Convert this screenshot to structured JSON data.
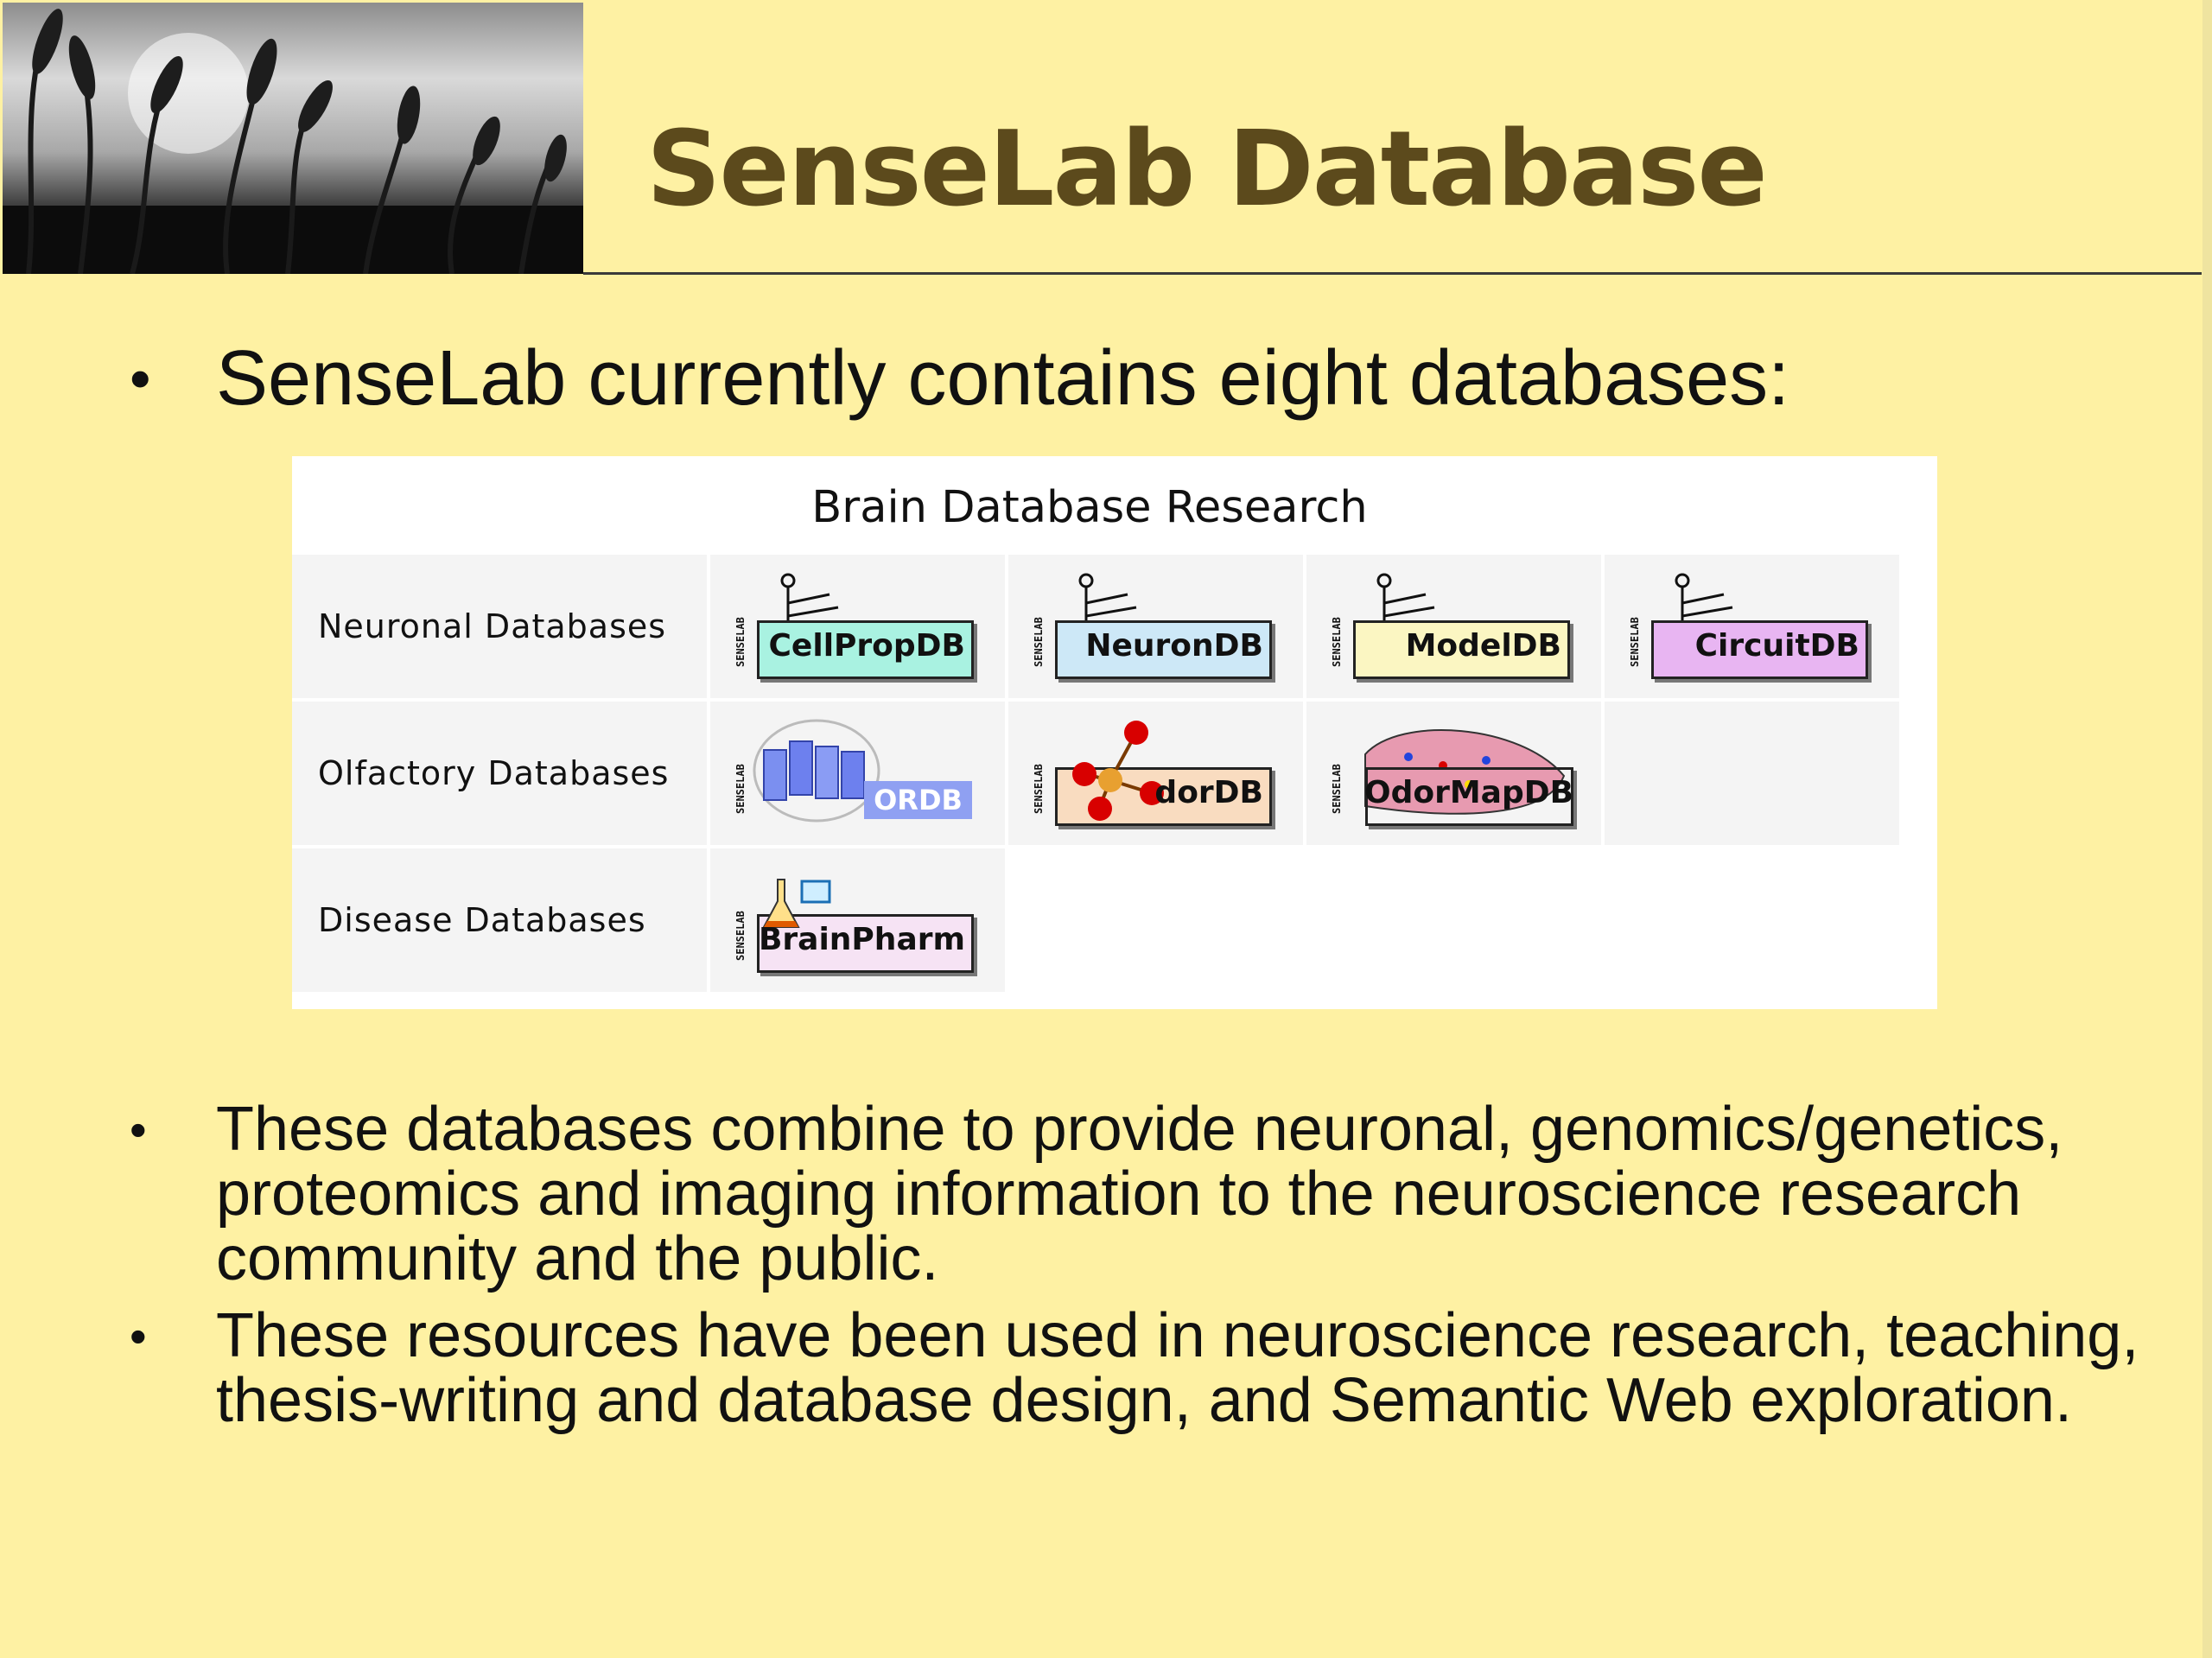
{
  "slide": {
    "title": "SenseLab Database",
    "bullet1": "SenseLab currently contains eight databases:",
    "bullet2": "These databases combine to provide neuronal, genomics/genetics, proteomics and imaging information to the neuroscience research community and the public.",
    "bullet3": "These resources have been used in neuroscience research, teaching, thesis-writing and database design, and Semantic Web exploration.",
    "bullet_glyph": "•"
  },
  "panel": {
    "title": "Brain Database Research",
    "rows": [
      {
        "label": "Neuronal Databases",
        "databases": [
          {
            "name": "CellPropDB",
            "color": "#A9F2E1"
          },
          {
            "name": "NeuronDB",
            "color": "#CDE8F7"
          },
          {
            "name": "ModelDB",
            "color": "#FBF6C2"
          },
          {
            "name": "CircuitDB",
            "color": "#E8B5F2"
          }
        ]
      },
      {
        "label": "Olfactory Databases",
        "databases": [
          {
            "name": "ORDB",
            "color": "#9aa6ef"
          },
          {
            "name": "dorDB",
            "color": "#F9DCC0"
          },
          {
            "name": "OdorMapDB",
            "color": "#E79AB0"
          }
        ]
      },
      {
        "label": "Disease Databases",
        "databases": [
          {
            "name": "BrainPharm",
            "color": "#F6E3F4"
          }
        ]
      }
    ],
    "badge_side_text": "SENSELAB"
  }
}
